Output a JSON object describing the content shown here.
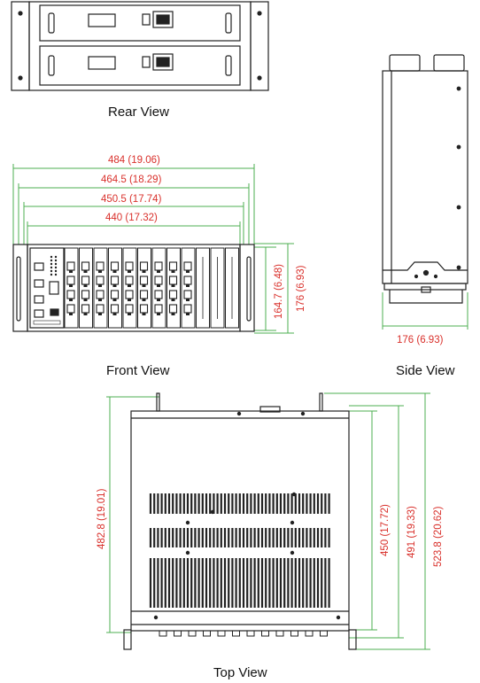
{
  "views": {
    "rear": "Rear View",
    "front": "Front View",
    "side": "Side View",
    "top": "Top View"
  },
  "dimensions": {
    "front_w1": "484 (19.06)",
    "front_w2": "464.5 (18.29)",
    "front_w3": "450.5 (17.74)",
    "front_w4": "440 (17.32)",
    "front_h1": "164.7 (6.48)",
    "front_h2": "176 (6.93)",
    "side_w": "176 (6.93)",
    "top_h1": "482.8 (19.01)",
    "top_h2": "450 (17.72)",
    "top_h3": "491 (19.33)",
    "top_h4": "523.8 (20.62)"
  },
  "colors": {
    "dimension_line": "#4caf50",
    "dimension_text": "#d9302b",
    "outline": "#222222"
  }
}
